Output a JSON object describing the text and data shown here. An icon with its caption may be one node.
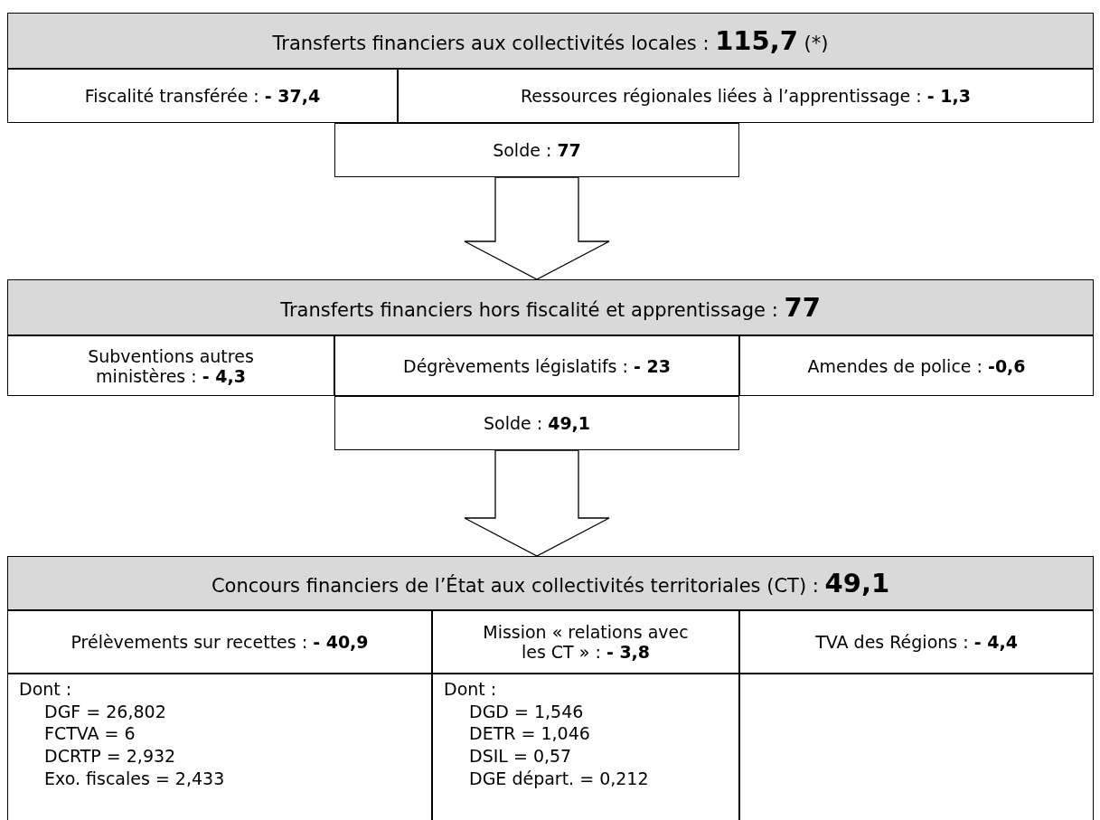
{
  "diagram": {
    "nodes": [
      {
        "text": [
          "Transferts financiers aux collectivités locales : **115,7** (*)"
        ]
      },
      {
        "text": [
          "Fiscalité transférée : **- 37,4**"
        ]
      },
      {
        "text": [
          "Ressources régionales liées à l’apprentissage : **- 1,3**"
        ]
      },
      {
        "text": [
          "Solde : **77**"
        ]
      },
      {
        "text": [
          "Transferts financiers hors fiscalité et apprentissage : **77**"
        ]
      },
      {
        "text": [
          "Subventions autres ministères : **- 4,3**"
        ]
      },
      {
        "text": [
          "Dégrèvements législatifs : **- 23**"
        ]
      },
      {
        "text": [
          "Amendes de police : **-0,6**"
        ]
      },
      {
        "text": [
          "Solde : **49,1**"
        ]
      },
      {
        "text": [
          "Concours financiers de l’État aux collectivités territoriales (CT) : **49,1**"
        ]
      },
      {
        "text": [
          "Prélèvements sur recettes : **- 40,9**"
        ]
      },
      {
        "text": [
          "Mission « relations avec les CT » : **- 3,8**"
        ]
      },
      {
        "text": [
          "TVA des Régions : **- 4,4**"
        ]
      },
      {
        "text": [
          "Dont :",
          "DGF = 26,802",
          "FCTVA = 6",
          "DCRTP = 2,932",
          "Exo. fiscales = 2,433"
        ]
      },
      {
        "text": [
          "Dont :",
          "DGD = 1,546",
          "DETR = 1,046",
          "DSIL = 0,57",
          "DGE départ. = 0,212"
        ]
      },
      {
        "text": [],
        "shape": "box"
      }
    ],
    "edges": [
      {
        "from": 3,
        "to": 4,
        "arrow": "to"
      },
      {
        "from": 8,
        "to": 9,
        "arrow": "to"
      }
    ]
  }
}
